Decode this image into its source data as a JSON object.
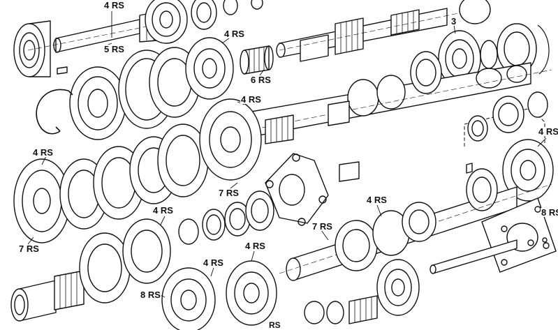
{
  "diagram": {
    "labels": [
      "4 RS",
      "5 RS",
      "4 RS",
      "6 RS",
      "3",
      "4 RS",
      "4 RS",
      "4 RS",
      "7 RS",
      "4 RS",
      "7 RS",
      "4 RS",
      "7 RS",
      "8 RS",
      "4 RS",
      "4 RS",
      "8 RS",
      "RS"
    ]
  },
  "colors": {
    "ink": "#111111",
    "paper": "#ffffff"
  }
}
